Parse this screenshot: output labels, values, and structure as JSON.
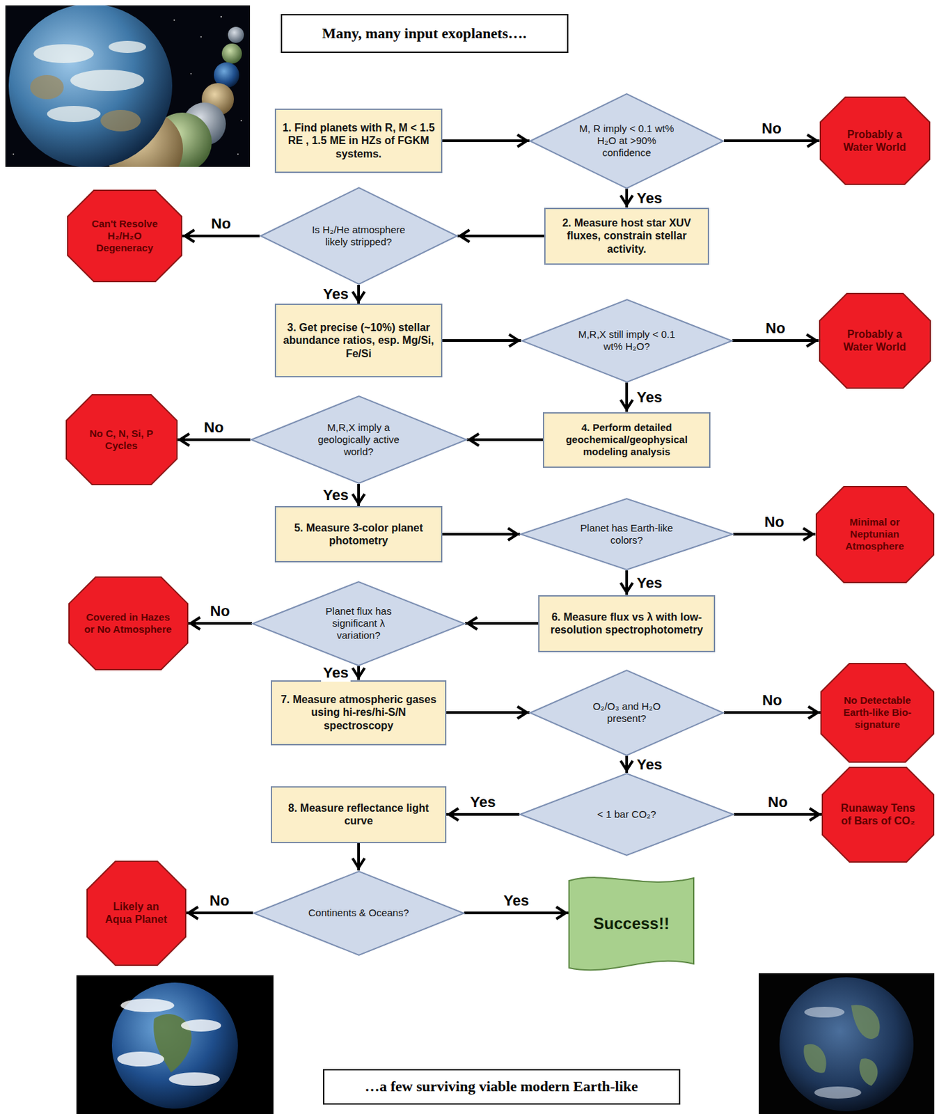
{
  "diagram": {
    "nodes": [
      {
        "text": [
          "Many, many input exoplanets…."
        ]
      },
      {
        "text": [
          "1. Find planets with R, M < 1.5 RE , 1.5 ME in HZs of FGKM systems."
        ]
      },
      {
        "text": [
          "M, R imply < 0.1 wt% H₂O at >90% confidence"
        ]
      },
      {
        "text": [
          "Probably a Water World"
        ]
      },
      {
        "text": [
          "2. Measure host star XUV fluxes, constrain stellar activity."
        ]
      },
      {
        "text": [
          "Is H₂/He atmosphere likely stripped?"
        ]
      },
      {
        "text": [
          "Can't Resolve H₂/H₂O Degeneracy"
        ]
      },
      {
        "text": [
          "3. Get precise (~10%) stellar abundance ratios, esp. Mg/Si, Fe/Si"
        ]
      },
      {
        "text": [
          "M,R,X still imply < 0.1 wt% H₂O?"
        ]
      },
      {
        "text": [
          "Probably a Water World"
        ]
      },
      {
        "text": [
          "4. Perform detailed geochemical/geophysical modeling analysis"
        ]
      },
      {
        "text": [
          "M,R,X imply a geologically active world?"
        ]
      },
      {
        "text": [
          "No C, N, Si, P Cycles"
        ]
      },
      {
        "text": [
          "5. Measure 3-color planet photometry"
        ]
      },
      {
        "text": [
          "Planet has Earth-like colors?"
        ]
      },
      {
        "text": [
          "Minimal or Neptunian Atmosphere"
        ]
      },
      {
        "text": [
          "6. Measure flux vs λ with low-resolution spectrophotometry"
        ]
      },
      {
        "text": [
          "Planet flux has significant λ variation?"
        ]
      },
      {
        "text": [
          "Covered in Hazes or No Atmosphere"
        ]
      },
      {
        "text": [
          "7. Measure atmospheric gases using hi-res/hi-S/N spectroscopy"
        ]
      },
      {
        "text": [
          "O₂/O₃ and H₂O present?"
        ]
      },
      {
        "text": [
          "No Detectable Earth-like Bio-signature"
        ]
      },
      {
        "text": [
          "< 1 bar CO₂?"
        ]
      },
      {
        "text": [
          "8. Measure reflectance light curve"
        ]
      },
      {
        "text": [
          "Runaway Tens of Bars of CO₂"
        ]
      },
      {
        "text": [
          "Continents & Oceans?"
        ]
      },
      {
        "text": [
          "Likely an Aqua Planet"
        ]
      },
      {
        "text": [
          "Success!!"
        ]
      },
      {
        "text": [
          "…a few surviving viable modern Earth-like"
        ]
      }
    ],
    "edges": [
      {
        "from": 1,
        "to": 2,
        "arrow": "to"
      },
      {
        "from": 2,
        "to": 3,
        "label": "No",
        "arrow": "to"
      },
      {
        "from": 2,
        "to": 4,
        "label": "Yes",
        "arrow": "to"
      },
      {
        "from": 4,
        "to": 5,
        "arrow": "to"
      },
      {
        "from": 5,
        "to": 6,
        "label": "No",
        "arrow": "to"
      },
      {
        "from": 5,
        "to": 7,
        "label": "Yes",
        "arrow": "to"
      },
      {
        "from": 7,
        "to": 8,
        "arrow": "to"
      },
      {
        "from": 8,
        "to": 9,
        "label": "No",
        "arrow": "to"
      },
      {
        "from": 8,
        "to": 10,
        "label": "Yes",
        "arrow": "to"
      },
      {
        "from": 10,
        "to": 11,
        "arrow": "to"
      },
      {
        "from": 11,
        "to": 12,
        "label": "No",
        "arrow": "to"
      },
      {
        "from": 11,
        "to": 13,
        "label": "Yes",
        "arrow": "to"
      },
      {
        "from": 13,
        "to": 14,
        "arrow": "to"
      },
      {
        "from": 14,
        "to": 15,
        "label": "No",
        "arrow": "to"
      },
      {
        "from": 14,
        "to": 16,
        "label": "Yes",
        "arrow": "to"
      },
      {
        "from": 16,
        "to": 17,
        "arrow": "to"
      },
      {
        "from": 17,
        "to": 18,
        "label": "No",
        "arrow": "to"
      },
      {
        "from": 17,
        "to": 19,
        "label": "Yes",
        "arrow": "to"
      },
      {
        "from": 19,
        "to": 20,
        "arrow": "to"
      },
      {
        "from": 20,
        "to": 21,
        "label": "No",
        "arrow": "to"
      },
      {
        "from": 20,
        "to": 22,
        "label": "Yes",
        "arrow": "to"
      },
      {
        "from": 22,
        "to": 23,
        "label": "Yes",
        "arrow": "to"
      },
      {
        "from": 22,
        "to": 24,
        "label": "No",
        "arrow": "to"
      },
      {
        "from": 23,
        "to": 25,
        "arrow": "to"
      },
      {
        "from": 25,
        "to": 26,
        "label": "No",
        "arrow": "to"
      },
      {
        "from": 25,
        "to": 27,
        "label": "Yes",
        "arrow": "to"
      }
    ]
  }
}
